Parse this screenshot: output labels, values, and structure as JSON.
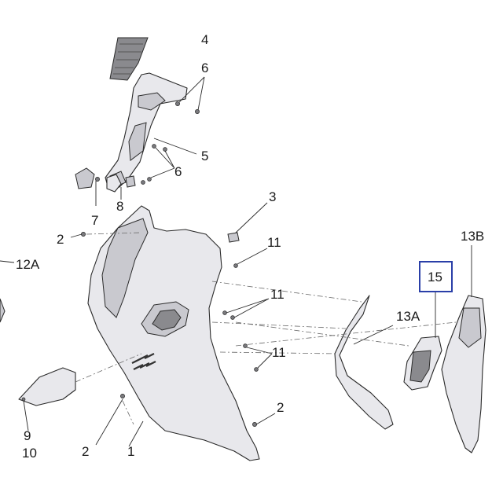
{
  "callouts": {
    "c4": "4",
    "c6a": "6",
    "c5": "5",
    "c6b": "6",
    "c7": "7",
    "c8": "8",
    "c3": "3",
    "c2a": "2",
    "c12a": "12A",
    "c11a": "11",
    "c11b": "11",
    "c11c": "11",
    "c13b": "13B",
    "c15": "15",
    "c13a": "13A",
    "c9": "9",
    "c10": "10",
    "c2b": "2",
    "c1": "1",
    "c2c": "2"
  },
  "colors": {
    "highlight": "#2a3fa8",
    "part_fill": "#e8e8ec",
    "line": "#2a2a2a"
  }
}
